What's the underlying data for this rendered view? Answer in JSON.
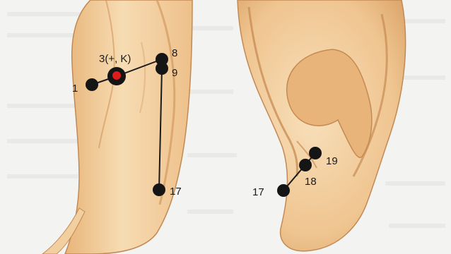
{
  "palette": {
    "page_background": "#f3f3f1",
    "skin_light": "#f6d9ae",
    "skin_mid": "#ecbd85",
    "skin_shadow": "#c98b4f",
    "outline": "#b77a44",
    "point_dark": "#151515",
    "point_highlight": "#e01b1b",
    "connector": "#1a1a1a"
  },
  "left_ear": {
    "labels": {
      "p1": "1",
      "p3": "3(+, K)",
      "p8": "8",
      "p9": "9",
      "p17": "17"
    }
  },
  "right_ear": {
    "labels": {
      "p17": "17",
      "p18": "18",
      "p19": "19"
    }
  }
}
